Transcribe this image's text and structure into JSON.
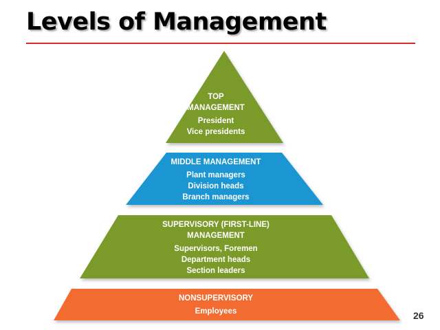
{
  "slide": {
    "title": "Levels of Management",
    "page_number": "26",
    "accent_color": "#d42a2a"
  },
  "pyramid": {
    "levels": [
      {
        "heading": [
          "TOP",
          "MANAGEMENT"
        ],
        "items": [
          "President",
          "Vice presidents"
        ],
        "color": "#7a9a2a"
      },
      {
        "heading": [
          "MIDDLE MANAGEMENT"
        ],
        "items": [
          "Plant managers",
          "Division heads",
          "Branch managers"
        ],
        "color": "#1e96d2"
      },
      {
        "heading": [
          "SUPERVISORY (FIRST-LINE)",
          "MANAGEMENT"
        ],
        "items": [
          "Supervisors, Foremen",
          "Department heads",
          "Section leaders"
        ],
        "color": "#7a9a2a"
      },
      {
        "heading": [
          "NONSUPERVISORY"
        ],
        "items": [
          "Employees"
        ],
        "color": "#f26c32"
      }
    ]
  }
}
